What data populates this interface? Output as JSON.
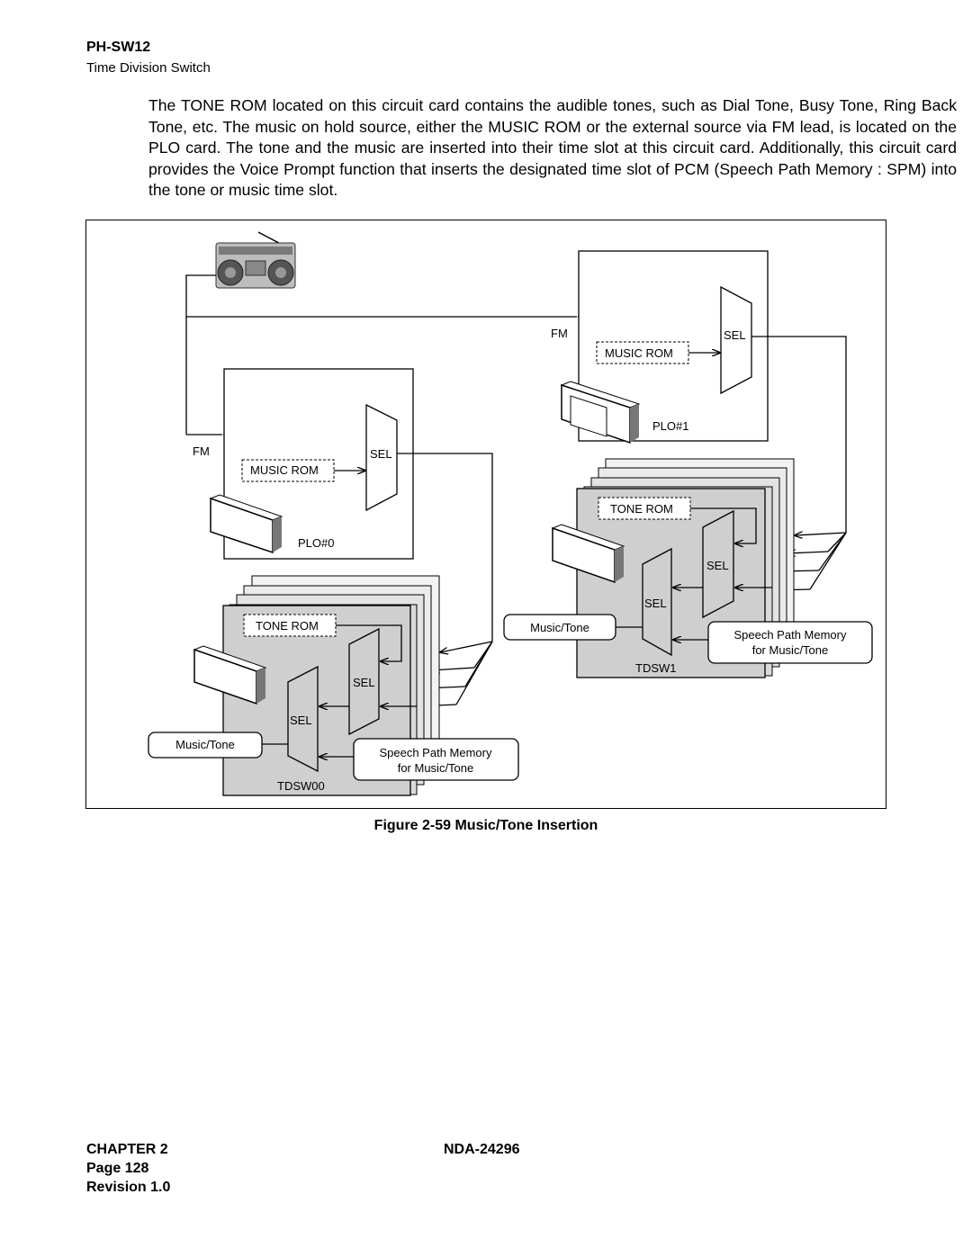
{
  "header": {
    "title": "PH-SW12",
    "subtitle": "Time Division Switch"
  },
  "body_text": "The TONE ROM located on this circuit card contains the audible tones, such as Dial Tone, Busy Tone, Ring Back Tone, etc. The music on hold source, either the MUSIC ROM or the external source via FM lead, is located on the PLO card. The tone and the music are inserted into their time slot at this circuit card. Additionally, this circuit card provides the Voice Prompt function that inserts the designated time slot of PCM (Speech Path Memory : SPM) into the tone or music time slot.",
  "figure": {
    "caption": "Figure 2-59   Music/Tone Insertion",
    "labels": {
      "fm_left": "FM",
      "fm_right": "FM",
      "music_rom_0": "MUSIC ROM",
      "music_rom_1": "MUSIC ROM",
      "sel_plo0": "SEL",
      "sel_plo1": "SEL",
      "plo0": "PLO#0",
      "plo1": "PLO#1",
      "tone_rom_0": "TONE ROM",
      "tone_rom_1": "TONE ROM",
      "sel_tdsw0_a": "SEL",
      "sel_tdsw0_b": "SEL",
      "sel_tdsw1_a": "SEL",
      "sel_tdsw1_b": "SEL",
      "music_tone_0": "Music/Tone",
      "music_tone_1": "Music/Tone",
      "spm_0_line1": "Speech Path Memory",
      "spm_0_line2": "for Music/Tone",
      "spm_1_line1": "Speech Path Memory",
      "spm_1_line2": "for Music/Tone",
      "tdsw00": "TDSW00",
      "tdsw1": "TDSW1"
    }
  },
  "footer": {
    "chapter": "CHAPTER 2",
    "page": "Page 128",
    "revision": "Revision 1.0",
    "doc_number": "NDA-24296"
  }
}
